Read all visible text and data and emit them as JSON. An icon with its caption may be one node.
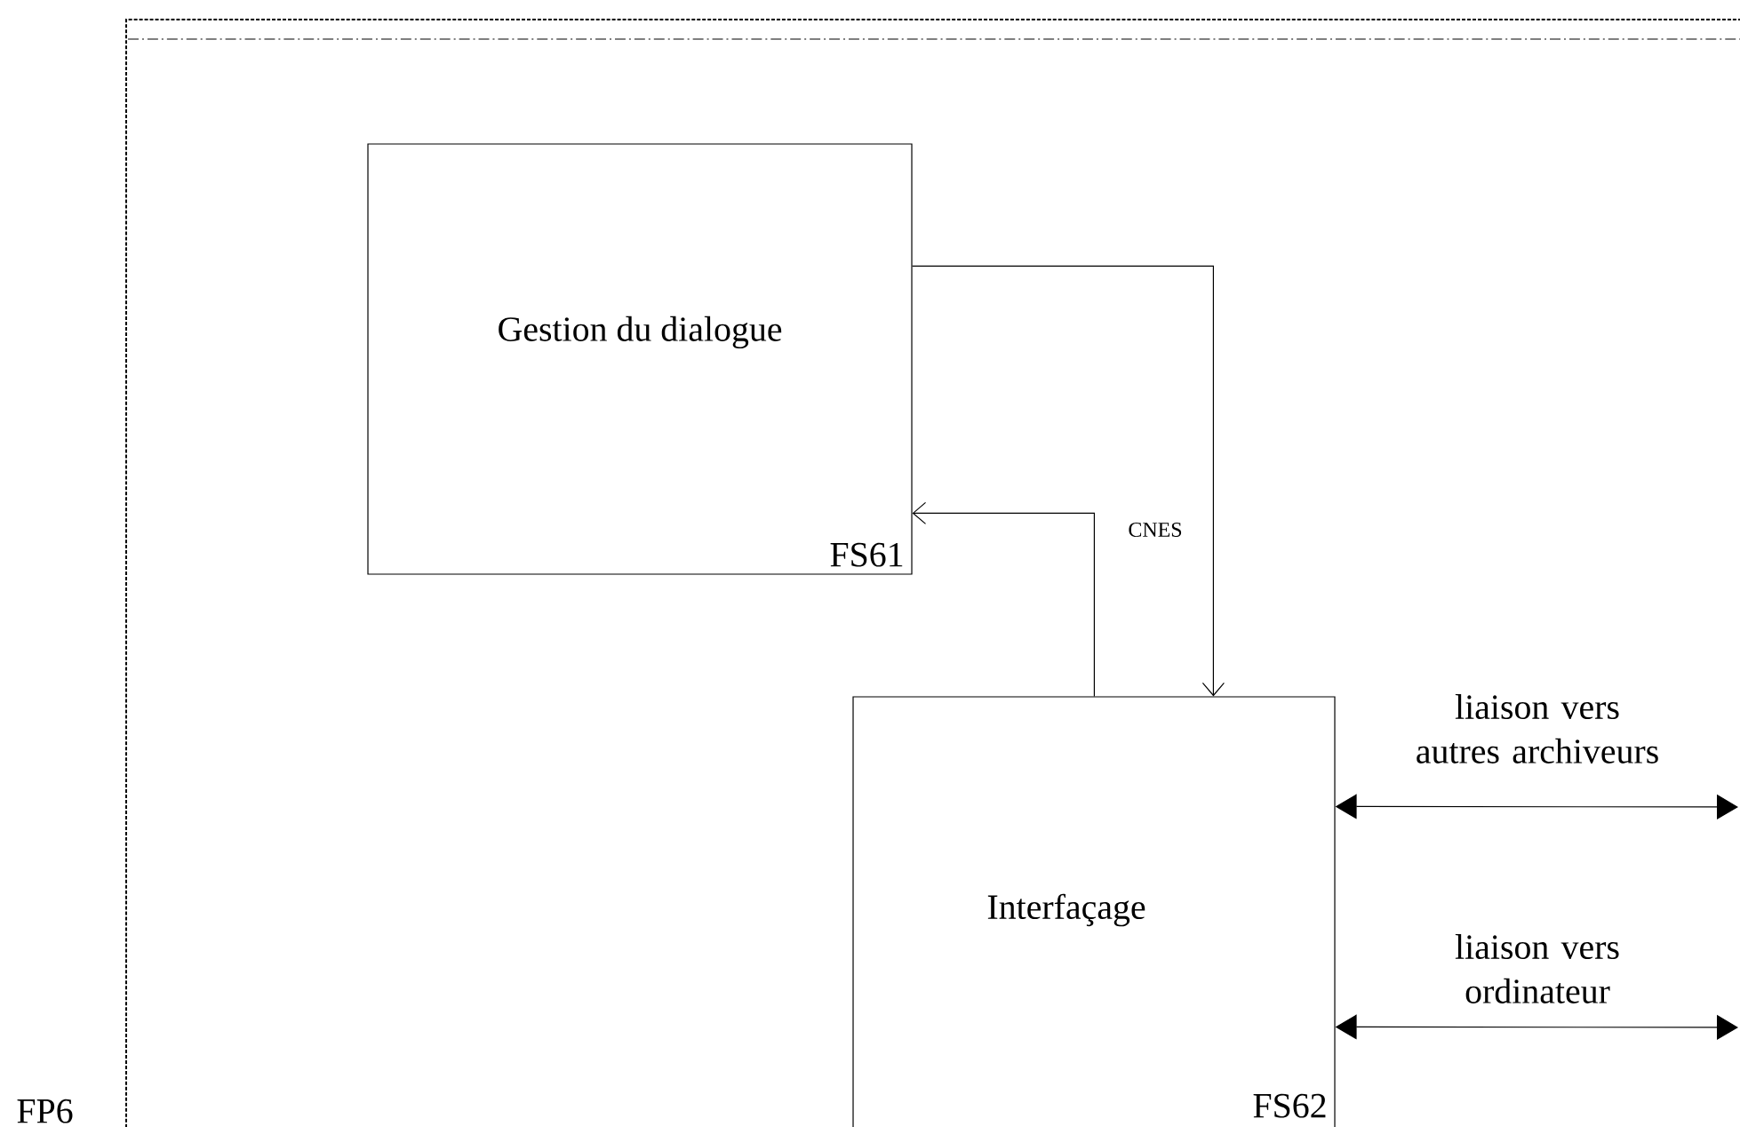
{
  "diagram": {
    "nodes": [
      {
        "text": [
          "FP6"
        ]
      },
      {
        "text": [
          "Gestion du dialogue",
          "FS61"
        ],
        "in": 0
      },
      {
        "text": [
          "Interfaçage",
          "FS62"
        ],
        "in": 0
      }
    ],
    "edges": [
      {
        "from": 1,
        "to": 2,
        "arrow": "to"
      },
      {
        "from": 2,
        "to": 1,
        "arrow": "to"
      },
      {
        "from": 2,
        "to": null,
        "arrow": "both",
        "label": "liaison vers autres archiveurs"
      },
      {
        "from": 2,
        "to": null,
        "arrow": "both",
        "label": "liaison vers ordinateur"
      }
    ],
    "labels": [
      "CNES"
    ]
  }
}
